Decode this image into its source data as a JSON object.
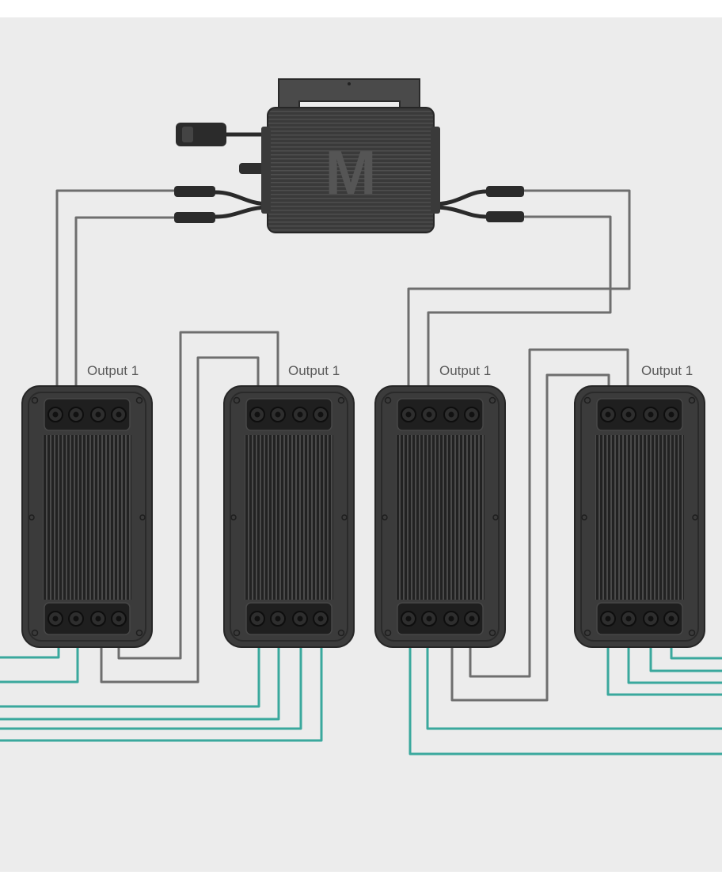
{
  "labels": {
    "unit1_output": "Output 1",
    "unit2_output": "Output 1",
    "unit3_output": "Output 1",
    "unit4_output": "Output 1"
  },
  "hub_logo": "M",
  "colors": {
    "background": "#ececec",
    "gray_cable": "#6e6e6e",
    "teal_cable": "#3aa89d",
    "device_body": "#3b3b3b",
    "device_dark": "#1f1f1f",
    "label_text": "#5a5a5a"
  }
}
